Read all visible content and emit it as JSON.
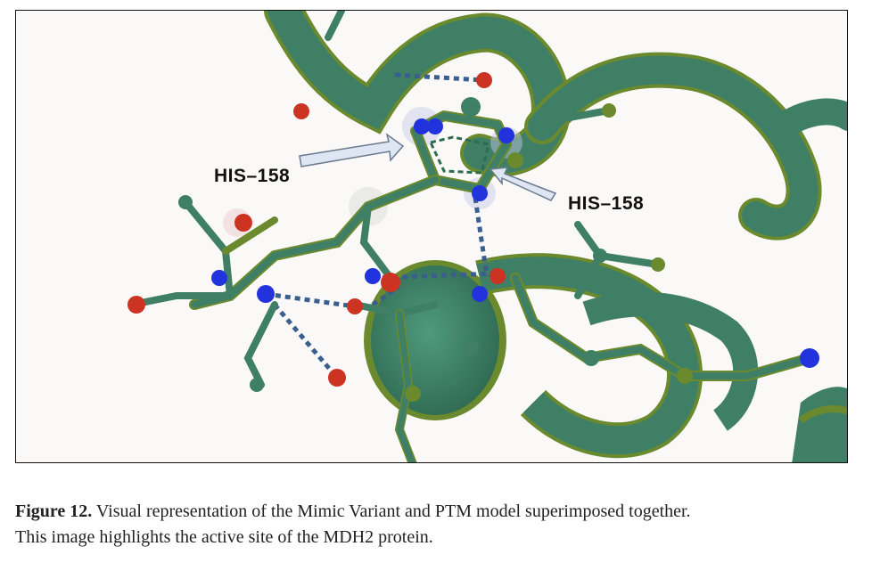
{
  "figure": {
    "labels": {
      "left": "HIS–158",
      "right": "HIS–158"
    },
    "colors": {
      "ribbon_teal": "#3f7f66",
      "ribbon_olive": "#6b8a2e",
      "nitrogen": "#2233dd",
      "oxygen": "#cc3322",
      "hbond": "#3a5f8f"
    }
  },
  "caption": {
    "figure_number": "Figure 12.",
    "text_line1": " Visual representation of the Mimic Variant and PTM model superimposed together.",
    "text_line2": "This image highlights the active site of the MDH2 protein."
  }
}
